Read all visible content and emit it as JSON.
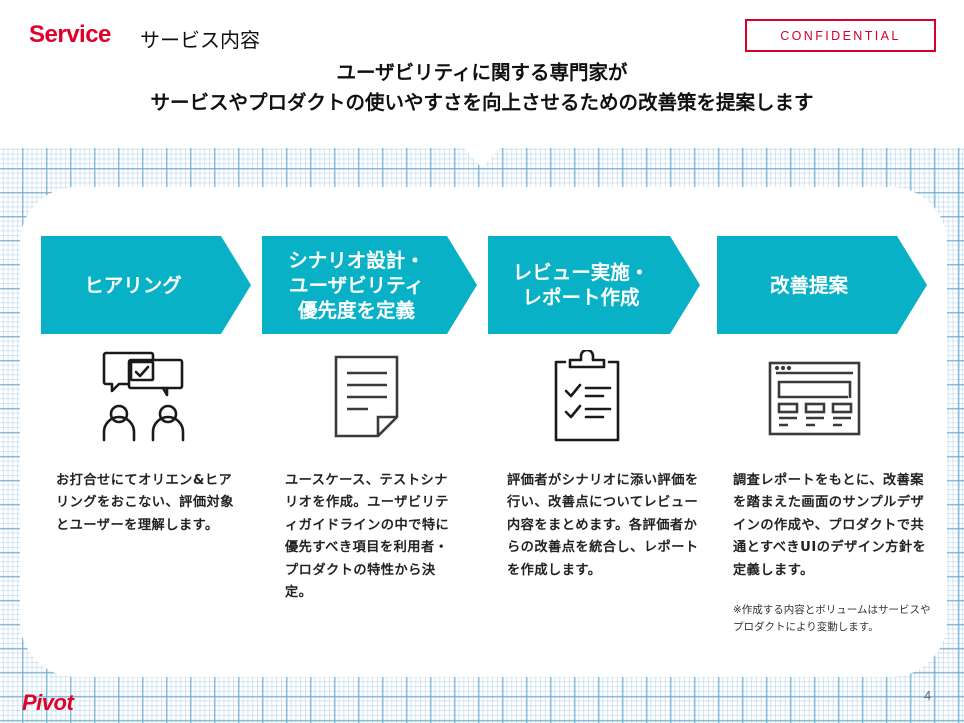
{
  "header": {
    "brand": "Service",
    "section_title": "サービス内容",
    "confidential_label": "CONFIDENTIAL",
    "headline_line1": "ユーザビリティに関する専門家が",
    "headline_line2": "サービスやプロダクトの使いやすさを向上させるための改善策を提案します"
  },
  "colors": {
    "brand_red": "#e0002a",
    "step_teal": "#08b1c5",
    "grid_blue": "#6eaad2"
  },
  "steps": [
    {
      "title_lines": [
        "ヒアリング"
      ],
      "icon": "meeting-chat-people-icon",
      "description": "お打合せにてオリエン&ヒアリングをおこない、評価対象とユーザーを理解します。"
    },
    {
      "title_lines": [
        "シナリオ設計・",
        "ユーザビリティ",
        "優先度を定義"
      ],
      "icon": "document-icon",
      "description": "ユースケース、テストシナリオを作成。ユーザビリティガイドラインの中で特に優先すべき項目を利用者・プロダクトの特性から決定。"
    },
    {
      "title_lines": [
        "レビュー実施・",
        "レポート作成"
      ],
      "icon": "clipboard-checklist-icon",
      "description": "評価者がシナリオに添い評価を行い、改善点についてレビュー内容をまとめます。各評価者からの改善点を統合し、レポートを作成します。"
    },
    {
      "title_lines": [
        "改善提案"
      ],
      "icon": "browser-wireframe-icon",
      "description": "調査レポートをもとに、改善案を踏まえた画面のサンプルデザインの作成や、プロダクトで共通とすべきUIのデザイン方針を定義します。"
    }
  ],
  "note": "※作成する内容とボリュームはサービスやプロダクトにより変動します。",
  "footer": {
    "logo": "Pivot",
    "page_number": "4"
  }
}
